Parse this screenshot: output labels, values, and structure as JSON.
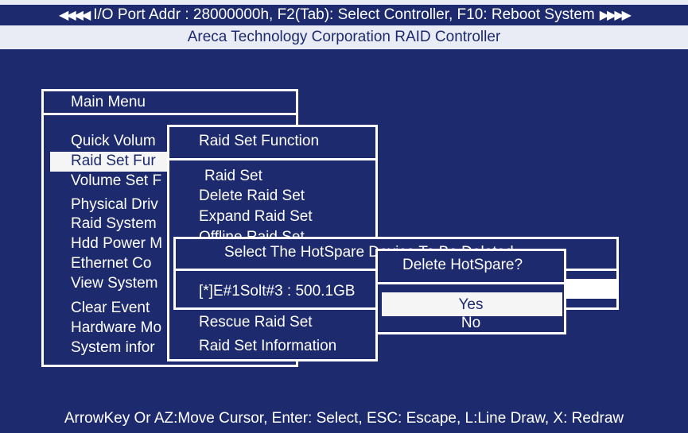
{
  "header": {
    "left_arrows": "◀◀◀◀",
    "text": "I/O Port Addr : 28000000h, F2(Tab): Select Controller, F10: Reboot System",
    "right_arrows": "▶▶▶▶",
    "subtitle": "Areca Technology Corporation RAID Controller"
  },
  "main_menu": {
    "title": "Main Menu",
    "items": [
      "Quick Volum",
      "Raid Set Fur",
      "Volume Set F",
      "Physical Driv",
      "Raid System",
      "Hdd Power M",
      "Ethernet Co",
      "View System",
      "Clear Event",
      "Hardware Mo",
      "System infor"
    ],
    "selected_index": 1
  },
  "raid_set_function": {
    "title": "Raid Set Function",
    "items": [
      "Raid Set",
      "Delete Raid Set",
      "Expand Raid Set",
      "Offline Raid Set",
      "Rescue Raid Set",
      "Raid Set Information"
    ]
  },
  "hotspare_select": {
    "title": "Select The HotSpare Device To Be Deleted",
    "device": "[*]E#1Solt#3 : 500.1GB"
  },
  "confirm_dialog": {
    "title": "Delete HotSpare?",
    "yes_label": "Yes",
    "no_label": "No"
  },
  "footer": {
    "text": "ArrowKey Or AZ:Move Cursor, Enter: Select, ESC: Escape, L:Line Draw, X: Redraw"
  },
  "colors": {
    "background": "#1d2a6d",
    "foreground": "#ffffff",
    "highlight": "#f5f5f5"
  }
}
